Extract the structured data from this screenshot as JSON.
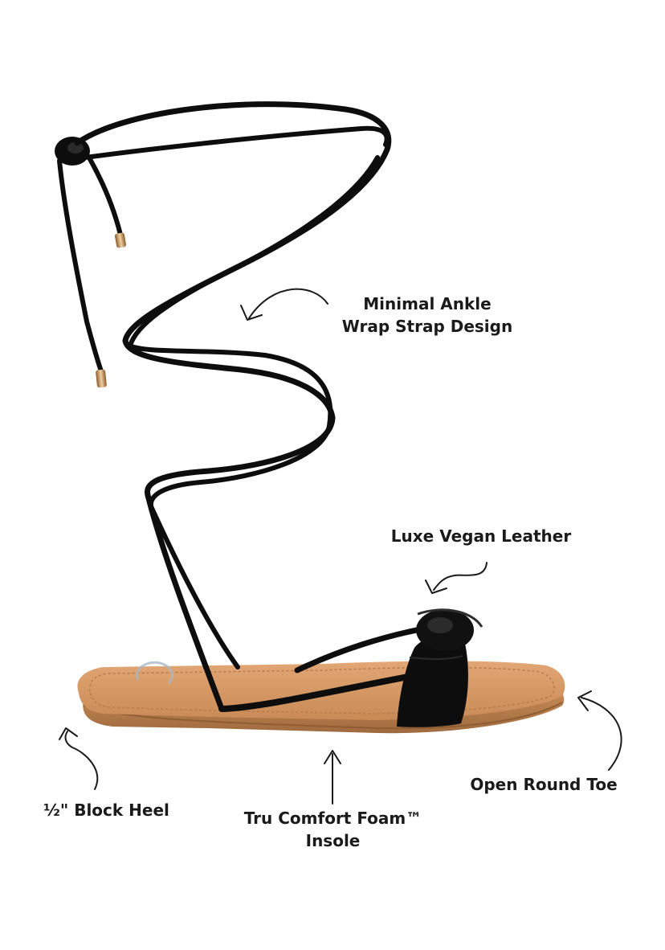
{
  "callouts": {
    "ankle_wrap": {
      "line1": "Minimal Ankle",
      "line2": "Wrap Strap Design"
    },
    "vegan_leather": {
      "line1": "Luxe Vegan Leather"
    },
    "open_toe": {
      "line1": "Open Round Toe"
    },
    "block_heel": {
      "line1": "½\" Block Heel"
    },
    "insole": {
      "line1": "Tru Comfort Foam™",
      "line2": "Insole"
    }
  },
  "colors": {
    "background": "#ffffff",
    "strap": "#0d0d0d",
    "footbed": "#d99966",
    "sole": "#c98a56",
    "aglet": "#c9a06a",
    "text": "#1a1a1a"
  }
}
